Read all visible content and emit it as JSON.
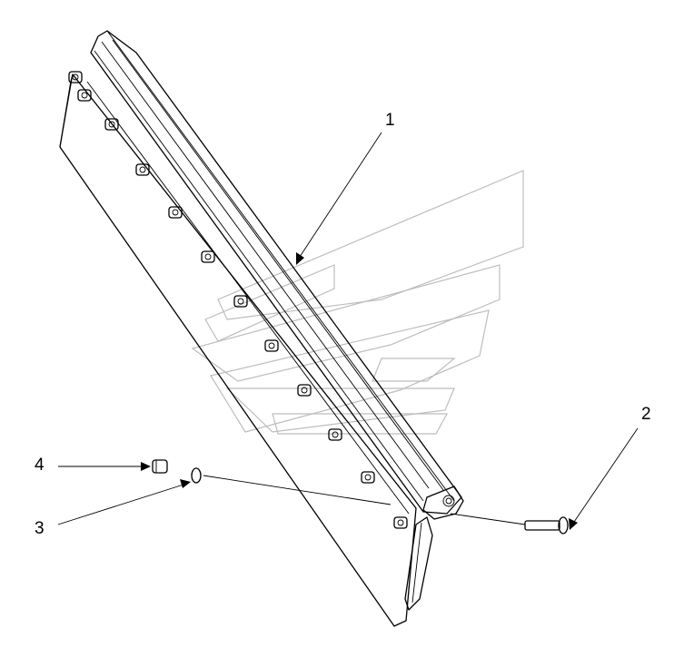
{
  "callouts": [
    {
      "id": "callout-1",
      "label": "1"
    },
    {
      "id": "callout-2",
      "label": "2"
    },
    {
      "id": "callout-3",
      "label": "3"
    },
    {
      "id": "callout-4",
      "label": "4"
    }
  ],
  "colors": {
    "line": "#000000",
    "watermark": "#bdbdbd",
    "background": "#ffffff"
  },
  "icons": [
    "watermark-logo-icon",
    "bolt-icon",
    "nut-icon",
    "washer-icon"
  ]
}
